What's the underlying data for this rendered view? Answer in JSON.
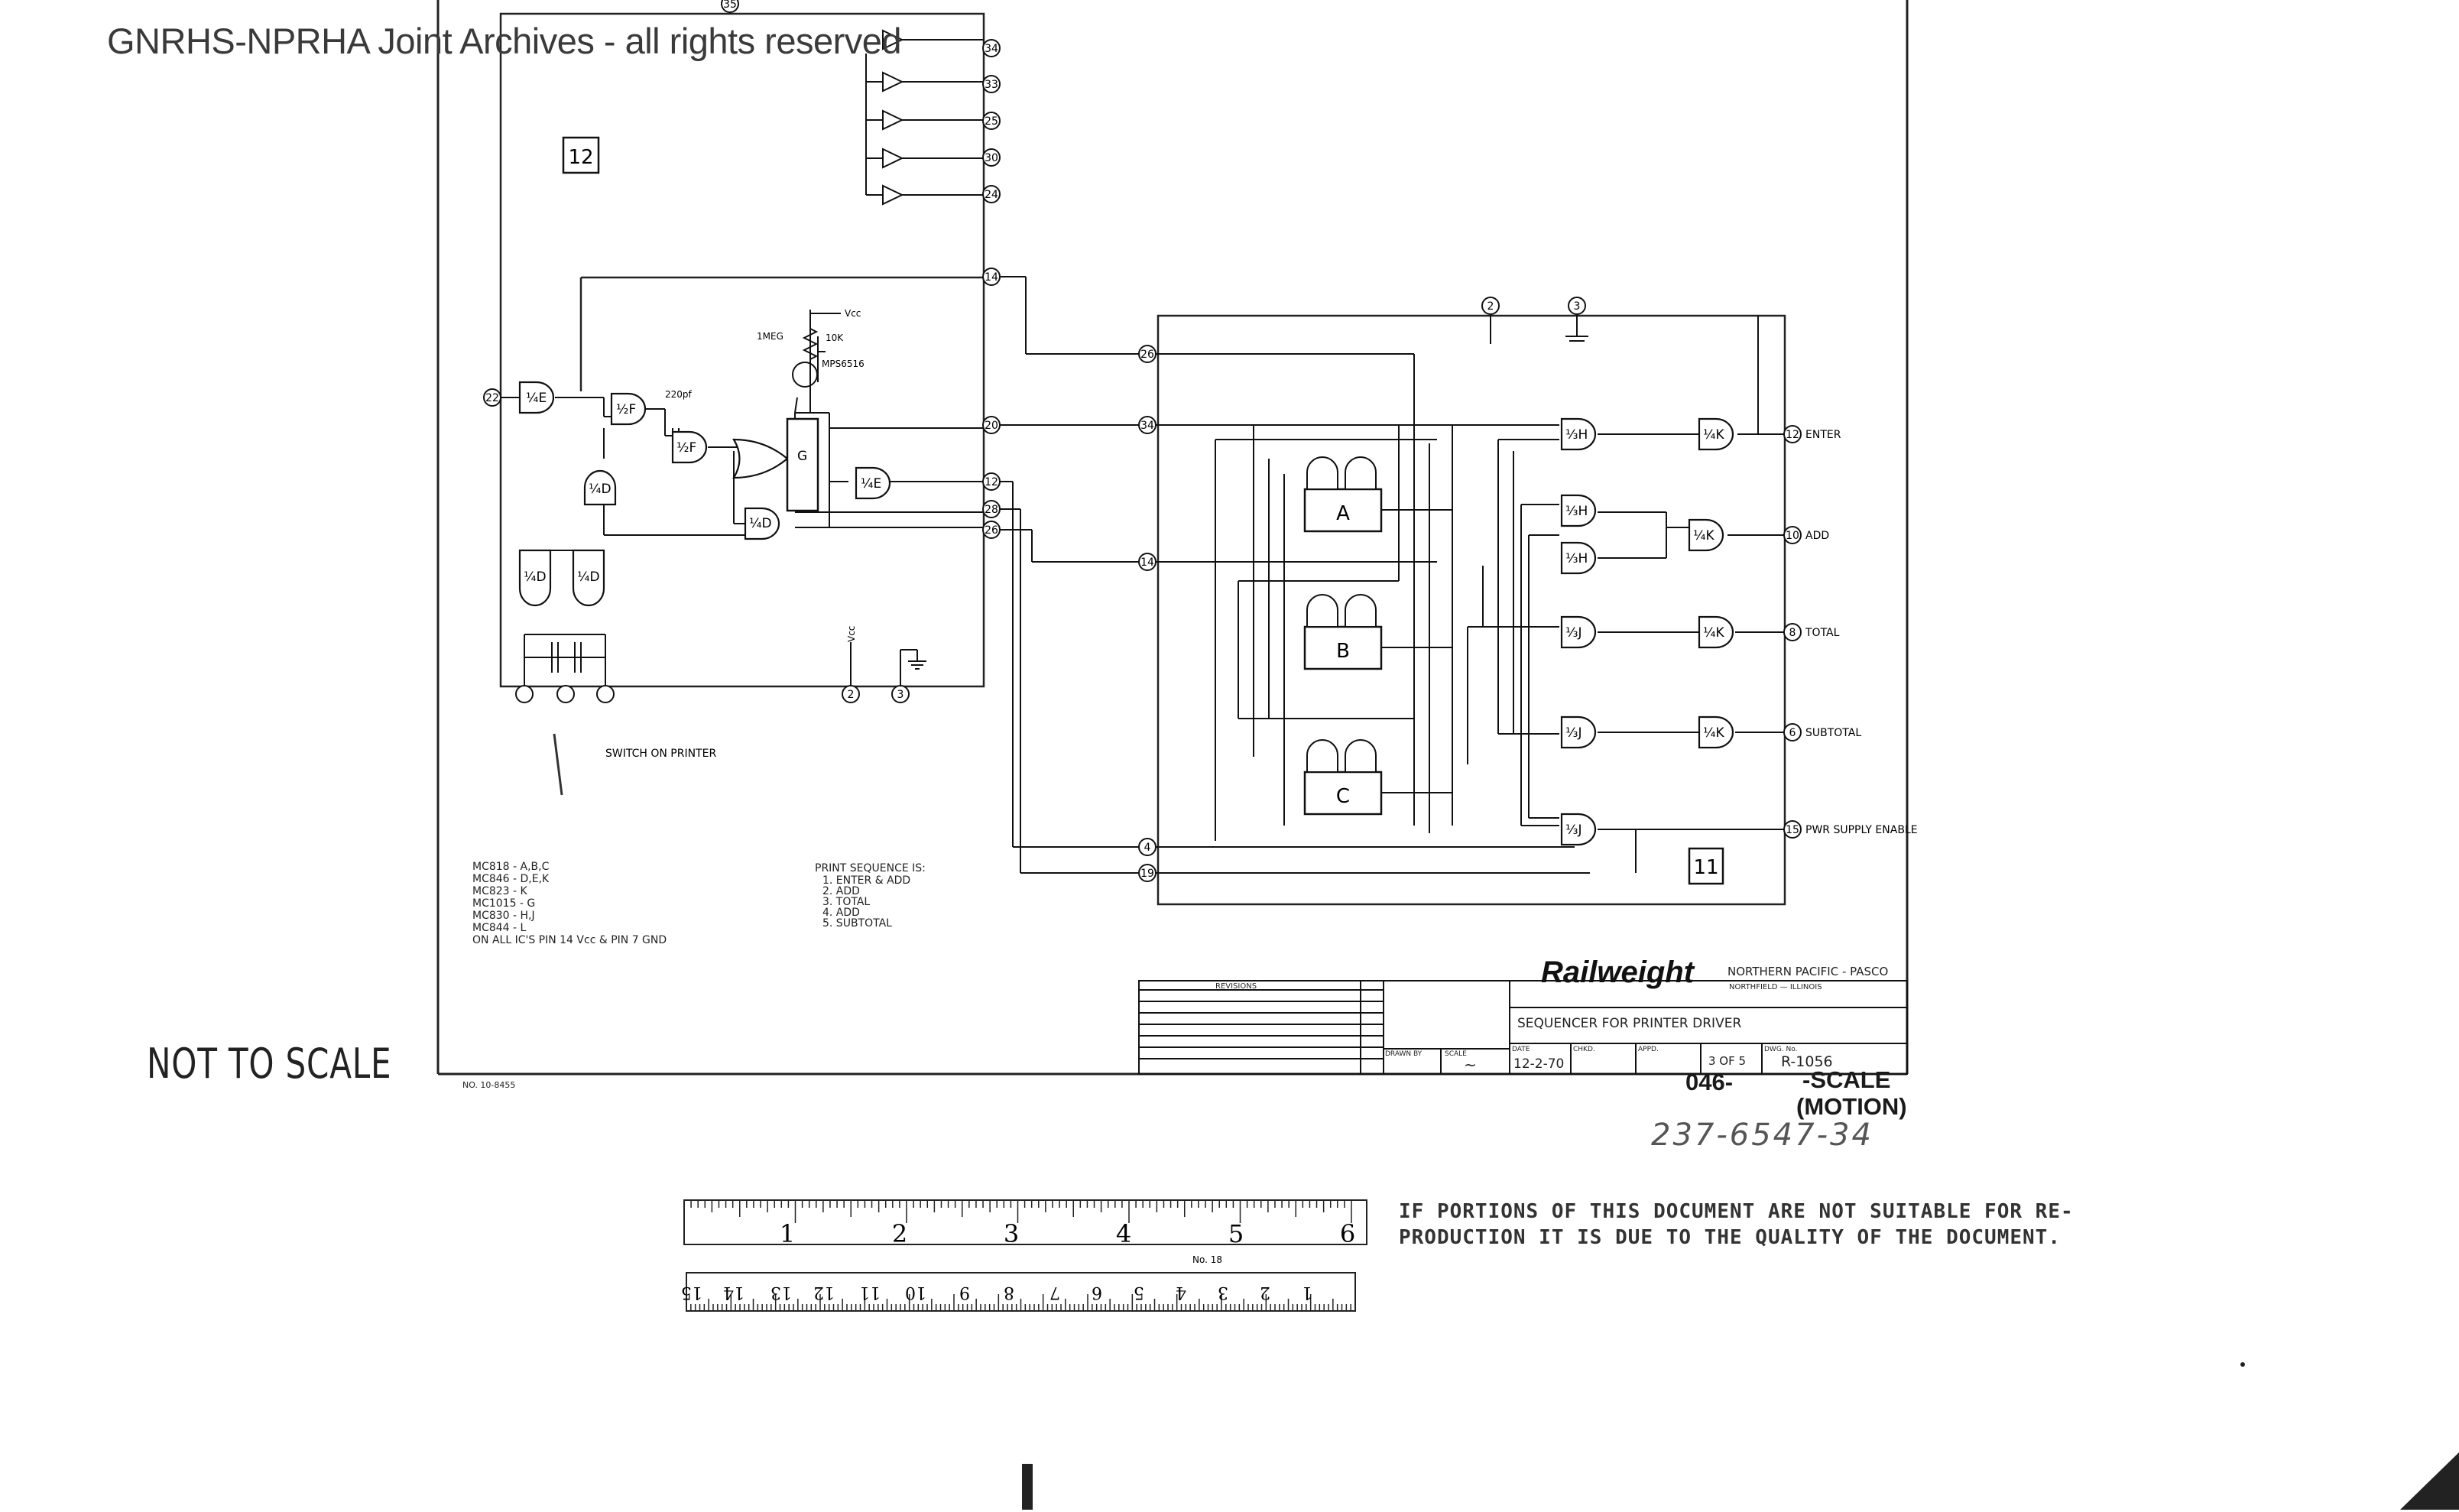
{
  "watermark": "GNRHS-NPRHA Joint Archives - all rights reserved",
  "not_to_scale": "NOT TO SCALE",
  "blocks": {
    "left_block": "12",
    "right_block": "11"
  },
  "gates": {
    "e1": "¼E",
    "f1": "½F",
    "f2": "½F",
    "g": "G",
    "d1": "¼D",
    "e2": "¼E",
    "d2": "¼D",
    "d3": "¼D",
    "d4": "¼D",
    "h1": "⅓H",
    "h2": "⅓H",
    "h3": "⅓H",
    "j1": "⅓J",
    "j2": "⅓J",
    "j3": "⅓J",
    "k1": "¼K",
    "k2": "¼K",
    "k3": "¼K",
    "k4": "¼K",
    "a": "A",
    "b": "B",
    "c": "C"
  },
  "components": {
    "vcc": "Vcc",
    "r1": "1MEG",
    "r2": "10K",
    "transistor": "MPS6516",
    "cap": "220pf",
    "vcc2": "Vcc",
    "switch_note": "SWITCH ON PRINTER"
  },
  "pins_left": [
    "22",
    "20",
    "12",
    "28",
    "26",
    "14",
    "34",
    "33",
    "25",
    "30",
    "24"
  ],
  "pins_right_in": [
    "26",
    "34",
    "14",
    "4",
    "19"
  ],
  "top_pins": [
    "35",
    "2",
    "3"
  ],
  "outputs": [
    {
      "pin": "12",
      "label": "ENTER"
    },
    {
      "pin": "10",
      "label": "ADD"
    },
    {
      "pin": "8",
      "label": "TOTAL"
    },
    {
      "pin": "6",
      "label": "SUBTOTAL"
    },
    {
      "pin": "15",
      "label": "PWR SUPPLY ENABLE"
    }
  ],
  "ic_list": [
    "MC818 - A,B,C",
    "MC846 - D,E,K",
    "MC823 - K",
    "MC1015 - G",
    "MC830 - H,J",
    "MC844 - L",
    "ON ALL IC'S PIN 14 Vcc & PIN 7 GND"
  ],
  "print_sequence": {
    "title": "PRINT SEQUENCE IS:",
    "steps": [
      "1. ENTER & ADD",
      "2. ADD",
      "3. TOTAL",
      "4. ADD",
      "5. SUBTOTAL"
    ]
  },
  "title_block": {
    "brand": "Railweight",
    "company": "NORTHERN PACIFIC - PASCO",
    "location": "NORTHFIELD — ILLINOIS",
    "title": "SEQUENCER FOR PRINTER DRIVER",
    "revisions_header": "REVISIONS",
    "date": "12-2-70",
    "sheet": "3 OF 5",
    "dwg_no": "R-1056",
    "scale": "~",
    "field_labels": [
      "DRAWN BY",
      "SCALE",
      "DATE",
      "CHKD.",
      "APPD.",
      "DWG. No."
    ]
  },
  "stamps": {
    "code": "046-",
    "scale": "-SCALE",
    "motion": "(MOTION)",
    "number": "237-6547-34"
  },
  "footnote_left": "NO. 10-8455",
  "ruler": {
    "inches": [
      "1",
      "2",
      "3",
      "4",
      "5",
      "6"
    ],
    "cm": [
      "1",
      "2",
      "3",
      "4",
      "5",
      "6",
      "7",
      "8",
      "9",
      "10",
      "11",
      "12",
      "13",
      "14",
      "15"
    ],
    "note": "No. 18"
  },
  "notice": [
    "IF PORTIONS OF THIS DOCUMENT ARE NOT SUITABLE FOR RE-",
    "PRODUCTION IT IS DUE TO THE QUALITY OF THE DOCUMENT."
  ]
}
